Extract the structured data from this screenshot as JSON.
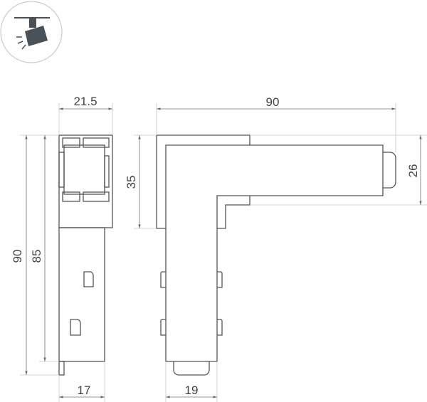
{
  "icon": {
    "name": "track-spotlight-icon",
    "color": "#4a5258"
  },
  "dimensions": {
    "side_width": "21.5",
    "side_height_total": "90",
    "side_height_body": "85",
    "side_bottom_width": "17",
    "front_length": "90",
    "front_arm_height": "26",
    "front_corner_height": "35",
    "front_bottom_width": "19"
  }
}
